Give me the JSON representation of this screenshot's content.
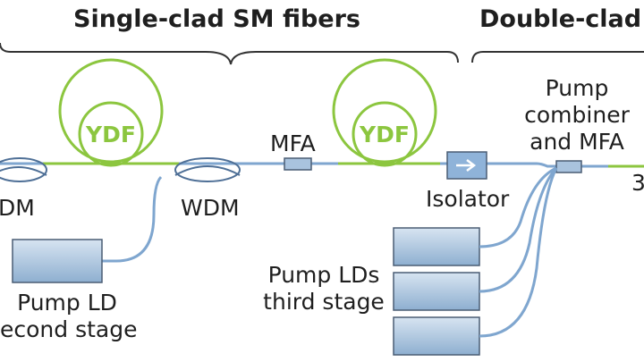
{
  "headers": {
    "single_clad": "Single-clad SM fibers",
    "double_clad": "Double-clad F"
  },
  "labels": {
    "ydf": "YDF",
    "wdm_left": "DM",
    "wdm": "WDM",
    "mfa": "MFA",
    "isolator": "Isolator",
    "pump_combiner": [
      "Pump",
      "combiner",
      "and MFA"
    ],
    "pump_ld_second": [
      "Pump LD",
      "econd stage"
    ],
    "pump_lds_third": [
      "Pump LDs",
      "third stage"
    ],
    "right_cut": "3"
  },
  "colors": {
    "fiber": "#7fa6cf",
    "doped": "#8cc63f",
    "box_fill": "#a9c3de",
    "box_stroke": "#4a5d74",
    "brace": "#333333",
    "isolator": "#8fb3d9"
  }
}
